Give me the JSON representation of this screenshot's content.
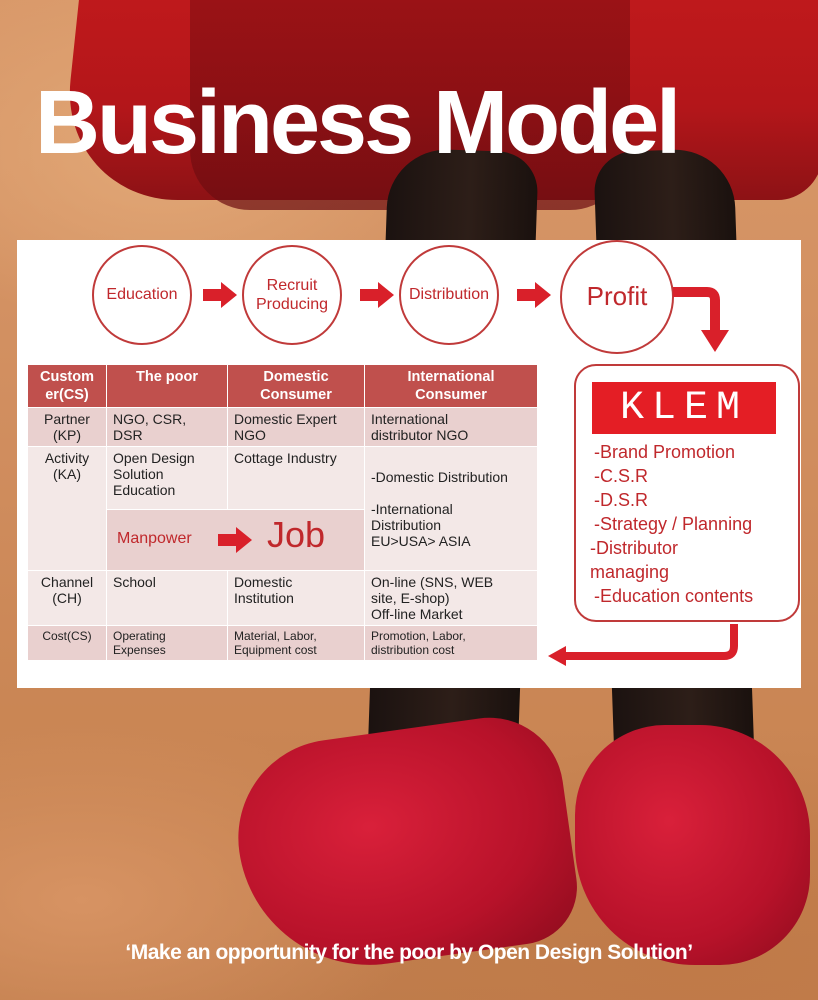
{
  "title": "Business Model",
  "flow": {
    "steps": [
      "Education",
      "Recruit\nProducing",
      "Distribution",
      "Profit"
    ]
  },
  "table": {
    "headers": [
      "Custom\ner(CS)",
      "The poor",
      "Domestic\nConsumer",
      "International\nConsumer"
    ],
    "partner": {
      "label": "Partner\n(KP)",
      "poor": "NGO, CSR,\nDSR",
      "domestic": "Domestic Expert\nNGO",
      "international": "International\ndistributor NGO"
    },
    "activity": {
      "label": "Activity\n(KA)",
      "poor": "Open Design\nSolution\nEducation",
      "domestic": "Cottage Industry",
      "international": "-Domestic Distribution\n\n-International\nDistribution\nEU>USA> ASIA"
    },
    "manpower": "Manpower",
    "job": "Job",
    "channel": {
      "label": "Channel\n(CH)",
      "poor": "School",
      "domestic": "Domestic\nInstitution",
      "international": "On-line (SNS, WEB\nsite, E-shop)\nOff-line Market"
    },
    "cost": {
      "label": "Cost(CS)",
      "poor": "Operating\nExpenses",
      "domestic": "Material, Labor,\nEquipment cost",
      "international": "Promotion, Labor,\ndistribution cost"
    }
  },
  "klem": {
    "logo": "KLEM",
    "items": [
      "-Brand Promotion",
      "-C.S.R",
      "-D.S.R",
      "-Strategy / Planning",
      "-Distributor\nmanaging",
      "-Education contents"
    ]
  },
  "slogan": "‘Make an opportunity for the poor by Open Design Solution’",
  "colors": {
    "accent": "#c0282c",
    "header": "#c0504d",
    "row_dark": "#e9d0cf",
    "row_light": "#f3e8e7",
    "logo_bg": "#e41e25"
  }
}
